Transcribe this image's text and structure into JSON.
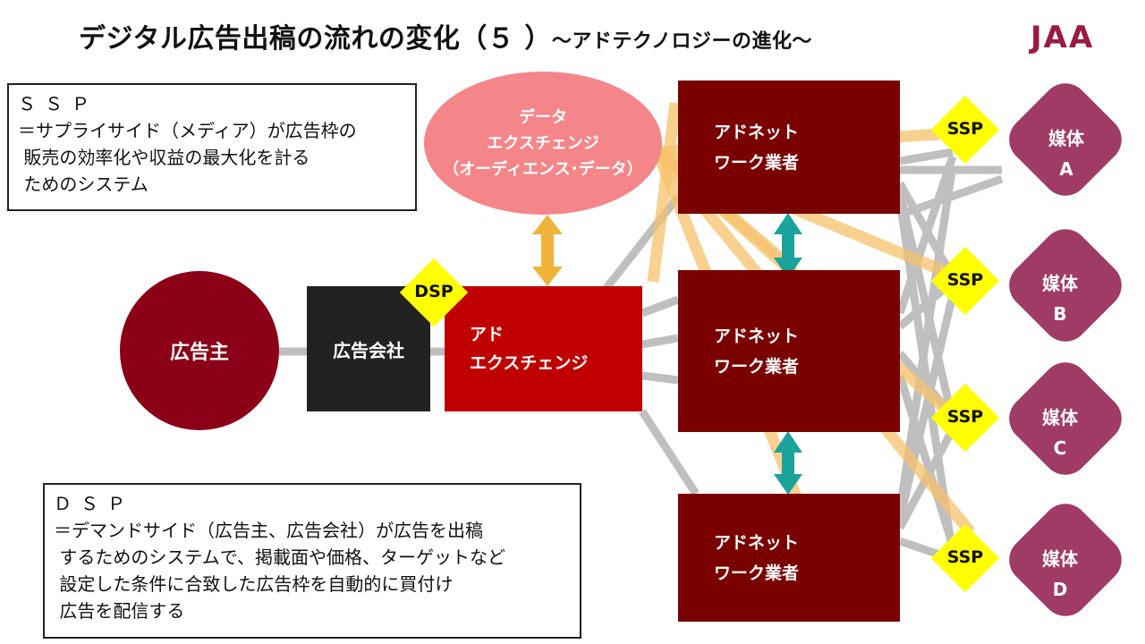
{
  "header": {
    "title": "デジタル広告出稿の流れの変化（５ ）",
    "subtitle": "～アドテクノロジーの進化～",
    "logo": "JAA"
  },
  "notes": {
    "ssp": {
      "head": "ＳＳＰ",
      "body": "＝サプライサイド（メディア）が広告枠の\n 販売の効率化や収益の最大化を計る\n ためのシステム"
    },
    "dsp": {
      "head": "ＤＳＰ",
      "body": "＝デマンドサイド（広告主、広告会社）が広告を出稿\n するためのシステムで、掲載面や価格、ターゲットなど\n 設定した条件に合致した広告枠を自動的に買付け\n 広告を配信する"
    }
  },
  "nodes": {
    "advertiser": "広告主",
    "agency": "広告会社",
    "dsp": "DSP",
    "ad_exchange": "アド\nエクスチェンジ",
    "data_exchange": "データ\nエクスチェンジ\n（オーディエンス･データ）",
    "adnetworks": [
      "アドネット\nワーク業者",
      "アドネット\nワーク業者",
      "アドネット\nワーク業者"
    ],
    "ssp_label": "SSP",
    "media": [
      "媒体\nA",
      "媒体\nB",
      "媒体\nC",
      "媒体\nD"
    ]
  },
  "colors": {
    "advertiser": "#8b0016",
    "agency": "#222222",
    "ad_exchange": "#c00000",
    "data_exchange": "#f4868a",
    "adnetwork": "#7a0000",
    "ssp": "#ffff00",
    "media": "#a03b66",
    "connector_gray": "#bfbfbf",
    "data_flow": "#f5c16c",
    "arrow_gold": "#f0b43c",
    "arrow_teal": "#1aa39a"
  }
}
